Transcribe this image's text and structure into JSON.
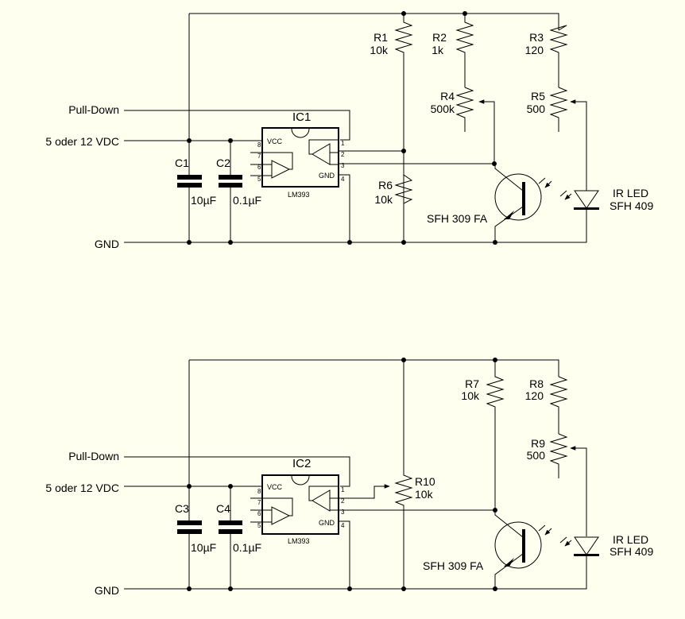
{
  "colors": {
    "background": "#FFFFF0",
    "ink": "#000000"
  },
  "circuits": [
    {
      "id": "top",
      "nets": {
        "pull_down": "Pull-Down",
        "supply": "5 oder 12 VDC",
        "ground": "GND"
      },
      "ic": {
        "ref": "IC1",
        "part": "LM393",
        "vcc": "VCC",
        "gnd": "GND",
        "pins": [
          "1",
          "2",
          "3",
          "4",
          "5",
          "6",
          "7",
          "8"
        ]
      },
      "capacitors": [
        {
          "ref": "C1",
          "value": "10µF"
        },
        {
          "ref": "C2",
          "value": "0.1µF"
        }
      ],
      "resistors": [
        {
          "ref": "R1",
          "value": "10k"
        },
        {
          "ref": "R2",
          "value": "1k"
        },
        {
          "ref": "R3",
          "value": "120"
        },
        {
          "ref": "R4",
          "value": "500k",
          "type": "potentiometer"
        },
        {
          "ref": "R5",
          "value": "500",
          "type": "potentiometer"
        },
        {
          "ref": "R6",
          "value": "10k"
        }
      ],
      "phototransistor": {
        "part": "SFH 309 FA"
      },
      "led": {
        "line1": "IR LED",
        "line2": "SFH 409"
      }
    },
    {
      "id": "bottom",
      "nets": {
        "pull_down": "Pull-Down",
        "supply": "5 oder 12 VDC",
        "ground": "GND"
      },
      "ic": {
        "ref": "IC2",
        "part": "LM393",
        "vcc": "VCC",
        "gnd": "GND",
        "pins": [
          "1",
          "2",
          "3",
          "4",
          "5",
          "6",
          "7",
          "8"
        ]
      },
      "capacitors": [
        {
          "ref": "C3",
          "value": "10µF"
        },
        {
          "ref": "C4",
          "value": "0.1µF"
        }
      ],
      "resistors": [
        {
          "ref": "R7",
          "value": "10k"
        },
        {
          "ref": "R8",
          "value": "120"
        },
        {
          "ref": "R9",
          "value": "500",
          "type": "potentiometer"
        },
        {
          "ref": "R10",
          "value": "10k",
          "type": "potentiometer"
        }
      ],
      "phototransistor": {
        "part": "SFH 309 FA"
      },
      "led": {
        "line1": "IR LED",
        "line2": "SFH 409"
      }
    }
  ]
}
